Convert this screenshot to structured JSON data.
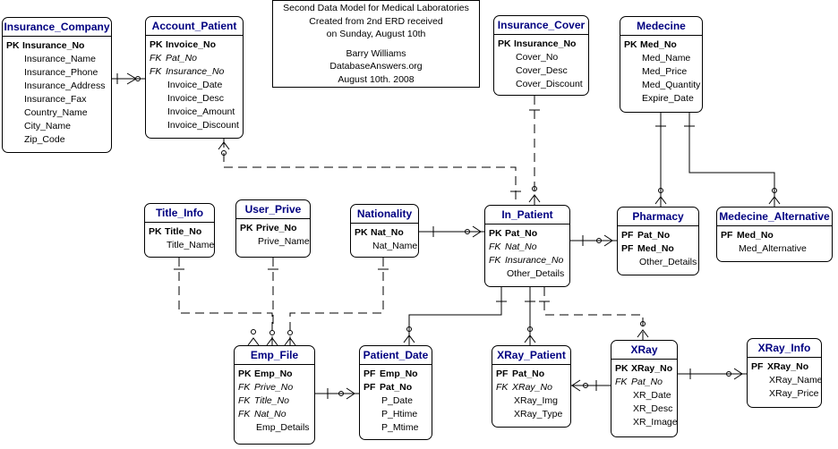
{
  "note": {
    "lines": [
      "Second Data Model for Medical Laboratories",
      "Created from 2nd ERD received",
      "on Sunday, August 10th"
    ],
    "author_lines": [
      "Barry Williams",
      "DatabaseAnswers.org",
      "August 10th. 2008"
    ]
  },
  "entities": [
    {
      "id": "insurance_company",
      "name": "Insurance_Company",
      "attrs": [
        {
          "k": "PK",
          "n": "Insurance_No"
        },
        {
          "n": "Insurance_Name"
        },
        {
          "n": "Insurance_Phone"
        },
        {
          "n": "Insurance_Address"
        },
        {
          "n": "Insurance_Fax"
        },
        {
          "n": "Country_Name"
        },
        {
          "n": "City_Name"
        },
        {
          "n": "Zip_Code"
        }
      ]
    },
    {
      "id": "account_patient",
      "name": "Account_Patient",
      "attrs": [
        {
          "k": "PK",
          "n": "Invoice_No"
        },
        {
          "k": "FK",
          "n": "Pat_No"
        },
        {
          "k": "FK",
          "n": "Insurance_No"
        },
        {
          "n": "Invoice_Date"
        },
        {
          "n": "Invoice_Desc"
        },
        {
          "n": "Invoice_Amount"
        },
        {
          "n": "Invoice_Discount"
        }
      ]
    },
    {
      "id": "insurance_cover",
      "name": "Insurance_Cover",
      "attrs": [
        {
          "k": "PK",
          "n": "Insurance_No"
        },
        {
          "n": "Cover_No"
        },
        {
          "n": "Cover_Desc"
        },
        {
          "n": "Cover_Discount"
        }
      ]
    },
    {
      "id": "medecine",
      "name": "Medecine",
      "attrs": [
        {
          "k": "PK",
          "n": "Med_No"
        },
        {
          "n": "Med_Name"
        },
        {
          "n": "Med_Price"
        },
        {
          "n": "Med_Quantity"
        },
        {
          "n": "Expire_Date"
        }
      ]
    },
    {
      "id": "title_info",
      "name": "Title_Info",
      "attrs": [
        {
          "k": "PK",
          "n": "Title_No"
        },
        {
          "n": "Title_Name"
        }
      ]
    },
    {
      "id": "user_prive",
      "name": "User_Prive",
      "attrs": [
        {
          "k": "PK",
          "n": "Prive_No"
        },
        {
          "n": "Prive_Name"
        }
      ]
    },
    {
      "id": "nationality",
      "name": "Nationality",
      "attrs": [
        {
          "k": "PK",
          "n": "Nat_No"
        },
        {
          "n": "Nat_Name"
        }
      ]
    },
    {
      "id": "in_patient",
      "name": "In_Patient",
      "attrs": [
        {
          "k": "PK",
          "n": "Pat_No"
        },
        {
          "k": "FK",
          "n": "Nat_No"
        },
        {
          "k": "FK",
          "n": "Insurance_No"
        },
        {
          "n": "Other_Details"
        }
      ]
    },
    {
      "id": "pharmacy",
      "name": "Pharmacy",
      "attrs": [
        {
          "k": "PF",
          "n": "Pat_No"
        },
        {
          "k": "PF",
          "n": "Med_No"
        },
        {
          "n": "Other_Details"
        }
      ]
    },
    {
      "id": "medecine_alternative",
      "name": "Medecine_Alternative",
      "attrs": [
        {
          "k": "PF",
          "n": "Med_No"
        },
        {
          "n": "Med_Alternative"
        }
      ]
    },
    {
      "id": "emp_file",
      "name": "Emp_File",
      "attrs": [
        {
          "k": "PK",
          "n": "Emp_No"
        },
        {
          "k": "FK",
          "n": "Prive_No"
        },
        {
          "k": "FK",
          "n": "Title_No"
        },
        {
          "k": "FK",
          "n": "Nat_No"
        },
        {
          "n": "Emp_Details"
        }
      ]
    },
    {
      "id": "patient_date",
      "name": "Patient_Date",
      "attrs": [
        {
          "k": "PF",
          "n": "Emp_No"
        },
        {
          "k": "PF",
          "n": "Pat_No"
        },
        {
          "n": "P_Date"
        },
        {
          "n": "P_Htime"
        },
        {
          "n": "P_Mtime"
        }
      ]
    },
    {
      "id": "xray_patient",
      "name": "XRay_Patient",
      "attrs": [
        {
          "k": "PF",
          "n": "Pat_No"
        },
        {
          "k": "FK",
          "n": "XRay_No"
        },
        {
          "n": "XRay_Img"
        },
        {
          "n": "XRay_Type"
        }
      ]
    },
    {
      "id": "xray",
      "name": "XRay",
      "attrs": [
        {
          "k": "PK",
          "n": "XRay_No"
        },
        {
          "k": "FK",
          "n": "Pat_No"
        },
        {
          "n": "XR_Date"
        },
        {
          "n": "XR_Desc"
        },
        {
          "n": "XR_Image"
        }
      ]
    },
    {
      "id": "xray_info",
      "name": "XRay_Info",
      "attrs": [
        {
          "k": "PF",
          "n": "XRay_No"
        },
        {
          "n": "XRay_Name"
        },
        {
          "n": "XRay_Price"
        }
      ]
    }
  ]
}
